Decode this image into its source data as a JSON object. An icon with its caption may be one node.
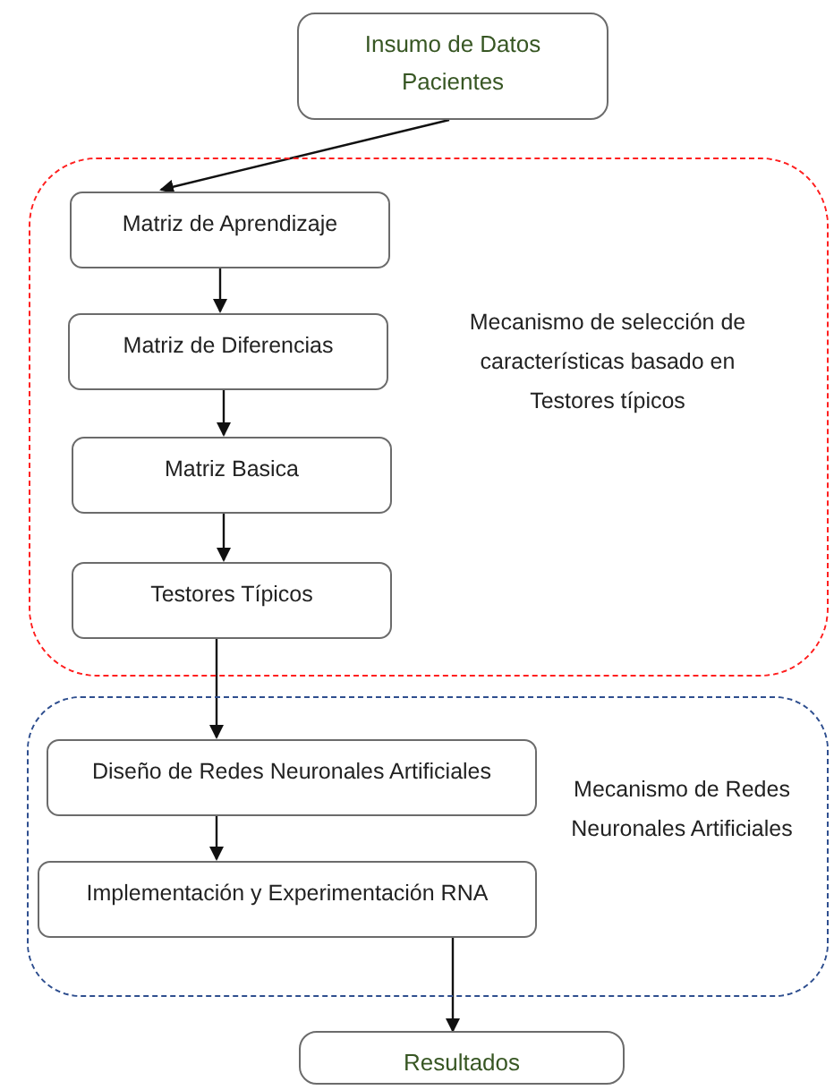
{
  "diagram": {
    "nodes": [
      {
        "text": [
          "Insumo de Datos Pacientes"
        ]
      },
      {
        "text": [
          "Mecanismo de selección de características basado en Testores típicos"
        ]
      },
      {
        "text": [
          "Matriz de Aprendizaje"
        ],
        "in": 1
      },
      {
        "text": [
          "Matriz de Diferencias"
        ],
        "in": 1
      },
      {
        "text": [
          "Matriz Basica"
        ],
        "in": 1
      },
      {
        "text": [
          "Testores Típicos"
        ],
        "in": 1
      },
      {
        "text": [
          "Mecanismo de Redes Neuronales Artificiales"
        ]
      },
      {
        "text": [
          "Diseño de Redes Neuronales Artificiales"
        ],
        "in": 6
      },
      {
        "text": [
          "Implementación y Experimentación RNA"
        ],
        "in": 6
      },
      {
        "text": [
          "Resultados"
        ]
      }
    ],
    "edges": [
      {
        "from": 0,
        "to": 2,
        "arrow": "to"
      },
      {
        "from": 2,
        "to": 3,
        "arrow": "to"
      },
      {
        "from": 3,
        "to": 4,
        "arrow": "to"
      },
      {
        "from": 4,
        "to": 5,
        "arrow": "to"
      },
      {
        "from": 5,
        "to": 7,
        "arrow": "to"
      },
      {
        "from": 7,
        "to": 8,
        "arrow": "to"
      },
      {
        "from": 8,
        "to": 9,
        "arrow": "to"
      }
    ]
  }
}
